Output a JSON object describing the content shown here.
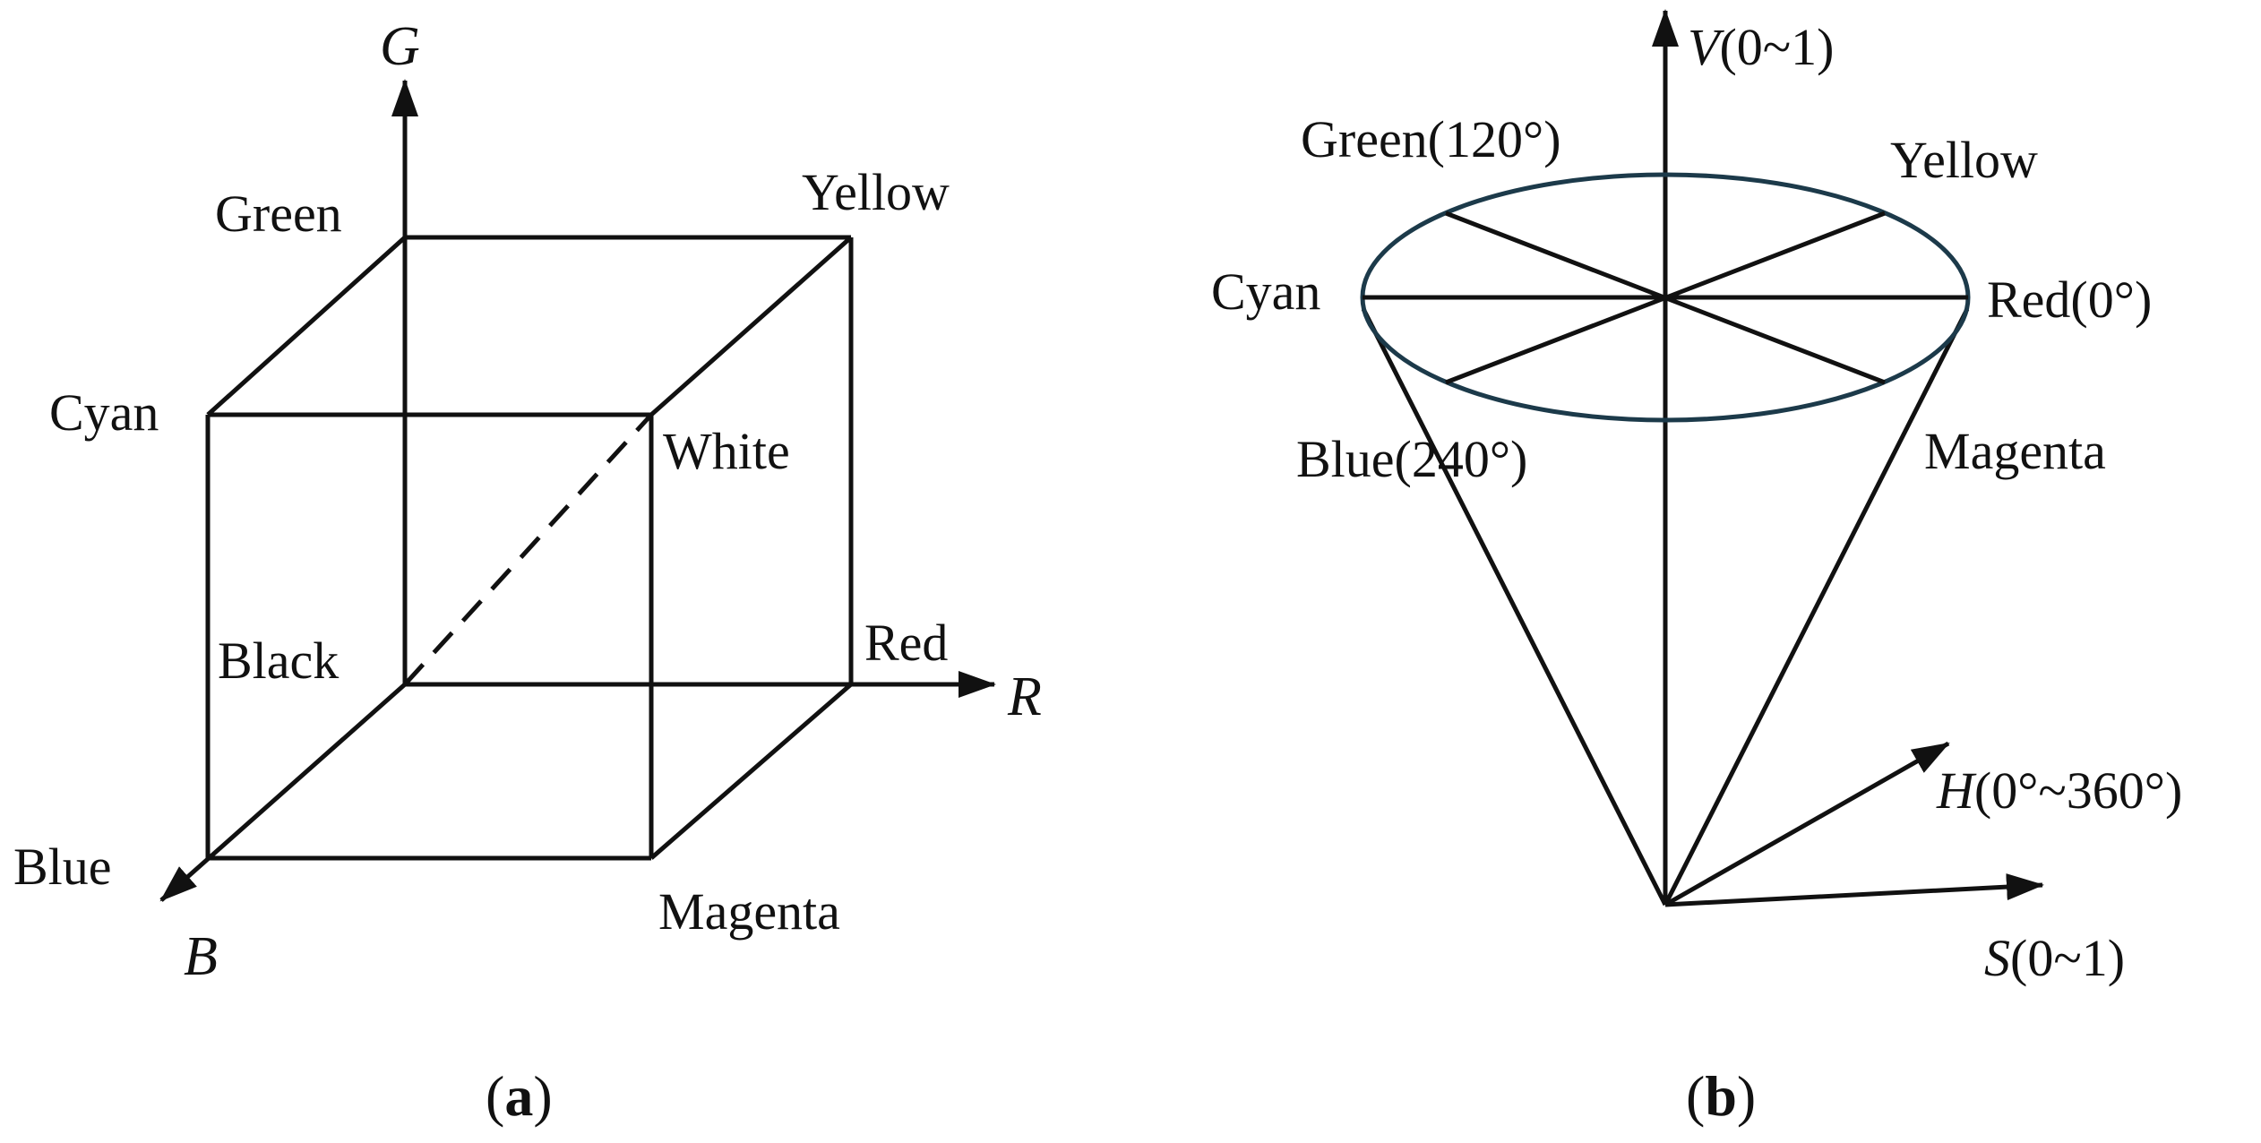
{
  "colors": {
    "line": "#111111",
    "ellipse_stroke": "#1c3a4a",
    "background": "#ffffff"
  },
  "panel_a": {
    "caption": {
      "open": "(",
      "letter": "a",
      "close": ")"
    },
    "axes": {
      "g": "G",
      "r": "R",
      "b": "B"
    },
    "vertices": {
      "green": "Green",
      "yellow": "Yellow",
      "cyan": "Cyan",
      "white": "White",
      "black": "Black",
      "red": "Red",
      "blue": "Blue",
      "magenta": "Magenta"
    }
  },
  "panel_b": {
    "caption": {
      "open": "(",
      "letter": "b",
      "close": ")"
    },
    "axes": {
      "v": {
        "symbol": "V",
        "range": "(0~1)"
      },
      "h": {
        "symbol": "H",
        "range": "(0°~360°)"
      },
      "s": {
        "symbol": "S",
        "range": "(0~1)"
      }
    },
    "labels": {
      "green": "Green(120°)",
      "yellow": "Yellow",
      "cyan": "Cyan",
      "red": "Red(0°)",
      "blue": "Blue(240°)",
      "magenta": "Magenta"
    }
  }
}
